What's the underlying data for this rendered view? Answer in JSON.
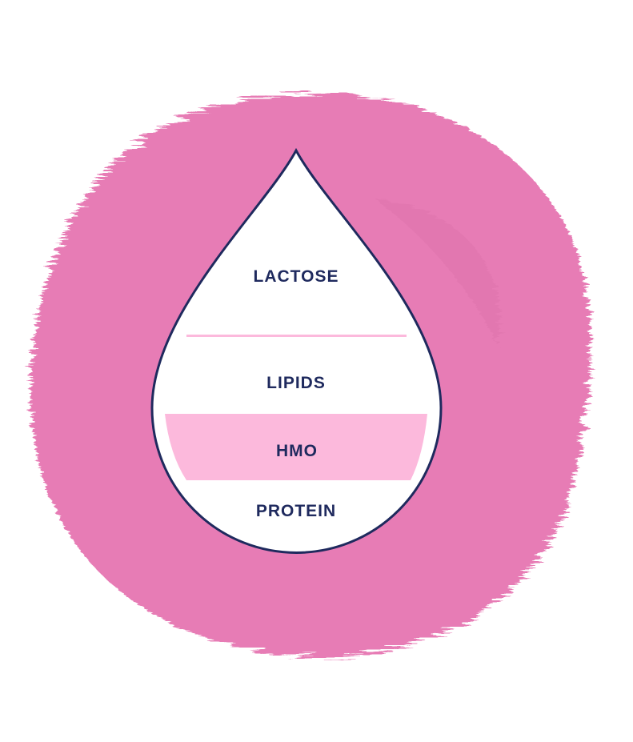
{
  "diagram": {
    "sections": [
      {
        "label": "LACTOSE"
      },
      {
        "label": "LIPIDS"
      },
      {
        "label": "HMO",
        "highlighted": true
      },
      {
        "label": "PROTEIN"
      }
    ],
    "colors": {
      "background_blob": "#e77cb5",
      "drop_outline": "#1f2a5e",
      "highlight": "#fcb9dc",
      "text": "#1f2a5e"
    }
  }
}
